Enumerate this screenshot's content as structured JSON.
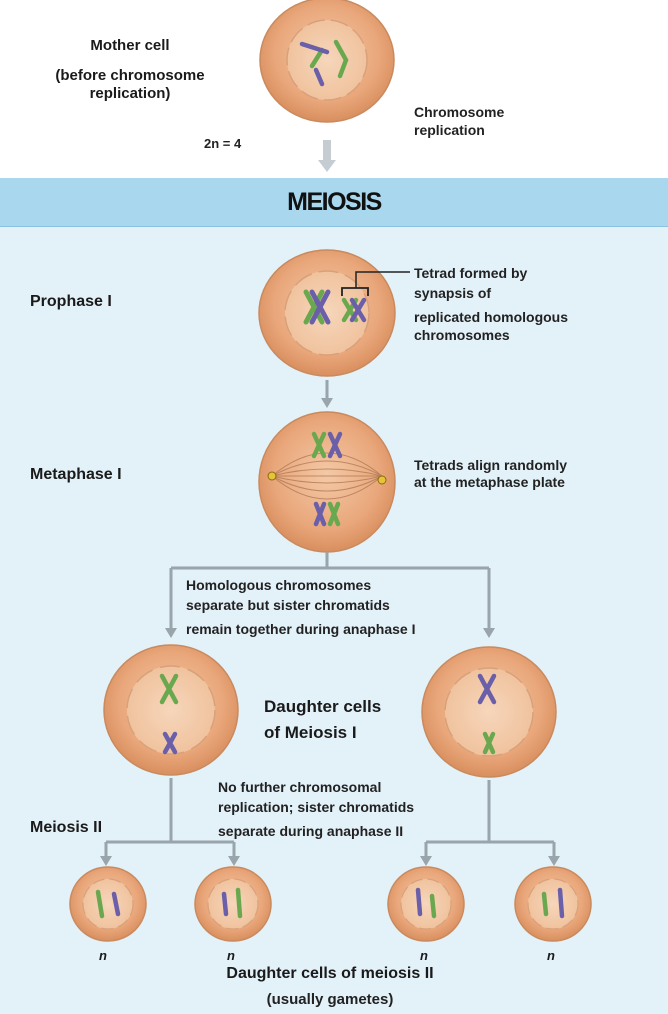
{
  "mother_cell": {
    "title": "Mother cell",
    "subtitle_line1": "(before chromosome",
    "subtitle_line2": "replication)",
    "ploidy": "2n = 4"
  },
  "chromosome_replication": {
    "line1": "Chromosome",
    "line2": "replication"
  },
  "meiosis_title": "MEIOSIS",
  "prophase": {
    "label": "Prophase I",
    "note_line1": "Tetrad formed by",
    "note_line2": "synapsis of",
    "note_line3": "replicated homologous",
    "note_line4": "chromosomes"
  },
  "metaphase": {
    "label": "Metaphase I",
    "note_line1": "Tetrads align randomly",
    "note_line2": "at the metaphase plate"
  },
  "anaphase_note": {
    "line1": "Homologous chromosomes",
    "line2": "separate but sister chromatids",
    "line3": "remain together during anaphase I"
  },
  "daughter_cells_1": {
    "line1": "Daughter cells",
    "line2": "of Meiosis I"
  },
  "meiosis2": {
    "label": "Meiosis II",
    "note_line1": "No further chromosomal",
    "note_line2": "replication; sister chromatids",
    "note_line3": "separate during anaphase II"
  },
  "gametes": {
    "n_labels": [
      "n",
      "n",
      "n",
      "n"
    ],
    "title": "Daughter cells of meiosis II",
    "subtitle": "(usually gametes)"
  },
  "colors": {
    "cell_fill": "#e8a97c",
    "cell_stroke": "#c98a5e",
    "chromosome_green": "#6aa84f",
    "chromosome_purple": "#6a5fa8",
    "arrow": "#9aa4ab",
    "band": "#a8d7ee",
    "panel": "#e3f1f9"
  }
}
